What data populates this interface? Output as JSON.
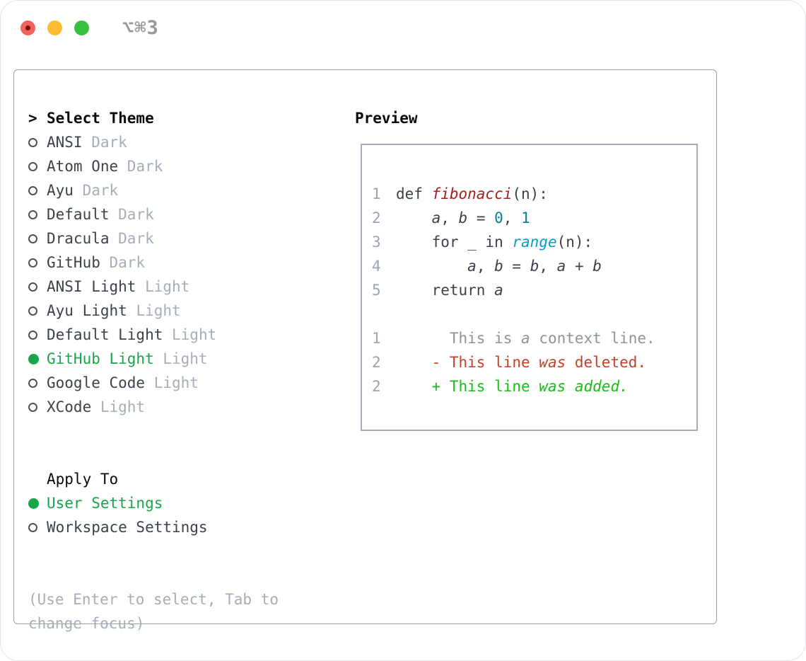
{
  "titlebar": {
    "shortcut": "⌥⌘3",
    "traffic_lights": [
      {
        "name": "close",
        "has_unsaved_dot": true
      },
      {
        "name": "minimize",
        "has_unsaved_dot": false
      },
      {
        "name": "zoom",
        "has_unsaved_dot": false
      }
    ]
  },
  "theme_panel": {
    "header_marker": ">",
    "header": "Select Theme",
    "items": [
      {
        "name": "ANSI",
        "variant": "Dark",
        "selected": false
      },
      {
        "name": "Atom One",
        "variant": "Dark",
        "selected": false
      },
      {
        "name": "Ayu",
        "variant": "Dark",
        "selected": false
      },
      {
        "name": "Default",
        "variant": "Dark",
        "selected": false
      },
      {
        "name": "Dracula",
        "variant": "Dark",
        "selected": false
      },
      {
        "name": "GitHub",
        "variant": "Dark",
        "selected": false
      },
      {
        "name": "ANSI Light",
        "variant": "Light",
        "selected": false
      },
      {
        "name": "Ayu Light",
        "variant": "Light",
        "selected": false
      },
      {
        "name": "Default Light",
        "variant": "Light",
        "selected": false
      },
      {
        "name": "GitHub Light",
        "variant": "Light",
        "selected": true
      },
      {
        "name": "Google Code",
        "variant": "Light",
        "selected": false
      },
      {
        "name": "XCode",
        "variant": "Light",
        "selected": false
      }
    ],
    "apply_to": {
      "header": "Apply To",
      "options": [
        {
          "label": "User Settings",
          "selected": true
        },
        {
          "label": "Workspace Settings",
          "selected": false
        }
      ]
    },
    "hint": "(Use Enter to select, Tab to change focus)"
  },
  "preview": {
    "header": "Preview",
    "lines": [
      {
        "num": "1",
        "segments": [
          {
            "t": "def ",
            "s": "k"
          },
          {
            "t": "fibonacci",
            "s": "f"
          },
          {
            "t": "(n):",
            "s": "k"
          }
        ]
      },
      {
        "num": "2",
        "segments": [
          {
            "t": "    ",
            "s": "k"
          },
          {
            "t": "a",
            "s": "v"
          },
          {
            "t": ", ",
            "s": "k"
          },
          {
            "t": "b",
            "s": "v"
          },
          {
            "t": " = ",
            "s": "k"
          },
          {
            "t": "0",
            "s": "n"
          },
          {
            "t": ", ",
            "s": "k"
          },
          {
            "t": "1",
            "s": "n"
          }
        ]
      },
      {
        "num": "3",
        "segments": [
          {
            "t": "    for _ in ",
            "s": "k"
          },
          {
            "t": "range",
            "s": "c"
          },
          {
            "t": "(n):",
            "s": "k"
          }
        ]
      },
      {
        "num": "4",
        "segments": [
          {
            "t": "        ",
            "s": "k"
          },
          {
            "t": "a",
            "s": "v"
          },
          {
            "t": ", ",
            "s": "k"
          },
          {
            "t": "b",
            "s": "v"
          },
          {
            "t": " = ",
            "s": "k"
          },
          {
            "t": "b",
            "s": "v"
          },
          {
            "t": ", ",
            "s": "k"
          },
          {
            "t": "a",
            "s": "v"
          },
          {
            "t": " + ",
            "s": "k"
          },
          {
            "t": "b",
            "s": "v"
          }
        ]
      },
      {
        "num": "5",
        "segments": [
          {
            "t": "    return ",
            "s": "k"
          },
          {
            "t": "a",
            "s": "v"
          }
        ]
      },
      {
        "blank": true
      },
      {
        "num": "1",
        "segments": [
          {
            "t": "      This is ",
            "s": "x"
          },
          {
            "t": "a",
            "s": "xi"
          },
          {
            "t": " context line.",
            "s": "x"
          }
        ]
      },
      {
        "num": "2",
        "segments": [
          {
            "t": "    - This line ",
            "s": "r"
          },
          {
            "t": "was",
            "s": "ri"
          },
          {
            "t": " deleted.",
            "s": "r"
          }
        ]
      },
      {
        "num": "2",
        "segments": [
          {
            "t": "    + This line ",
            "s": "g"
          },
          {
            "t": "was added.",
            "s": "gi"
          }
        ]
      }
    ]
  },
  "colors": {
    "traffic_red": "#f4615b",
    "traffic_yellow": "#fbbd2f",
    "traffic_green": "#33c13e",
    "title_gray": "#97989c",
    "panel_border": "#98a1ae",
    "preview_border": "#a6adb8",
    "text_dark": "#3b424b",
    "muted_gray": "#a6aeba",
    "gutter_gray": "#9aa4b2",
    "context_gray": "#8d949d",
    "radio_outline": "#4c525c",
    "selection_green": "#19a64b",
    "added_green": "#13c112",
    "deleted_red": "#c3412c",
    "function_red": "#a61f1a",
    "number_teal": "#0c7f8c",
    "call_blue": "#0d9bc7"
  }
}
